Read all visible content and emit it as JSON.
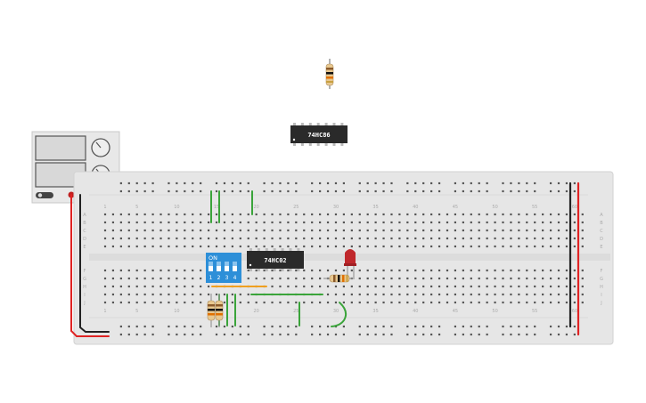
{
  "chips": {
    "loose": "74HC86",
    "board": "74HC02"
  },
  "dip_switch": {
    "on_label": "ON",
    "numbers": [
      "1",
      "2",
      "3",
      "4"
    ]
  },
  "breadboard": {
    "col_numbers": [
      "1",
      "5",
      "10",
      "15",
      "20",
      "25",
      "30",
      "35",
      "40",
      "45",
      "50",
      "55",
      "60"
    ],
    "row_letters_top": [
      "A",
      "B",
      "C",
      "D",
      "E"
    ],
    "row_letters_bottom": [
      "F",
      "G",
      "H",
      "I",
      "J"
    ]
  },
  "colors": {
    "wire_green": "#3aa43a",
    "wire_red": "#e02424",
    "wire_black": "#222222",
    "wire_orange": "#f0a020",
    "led_red": "#c0282c",
    "switch_blue": "#2d8fd8",
    "chip_black": "#2a2a2a",
    "board_gray": "#e6e6e6"
  },
  "icons": [
    "power-supply",
    "resistor",
    "led",
    "dip-switch",
    "ic-chip",
    "breadboard"
  ]
}
